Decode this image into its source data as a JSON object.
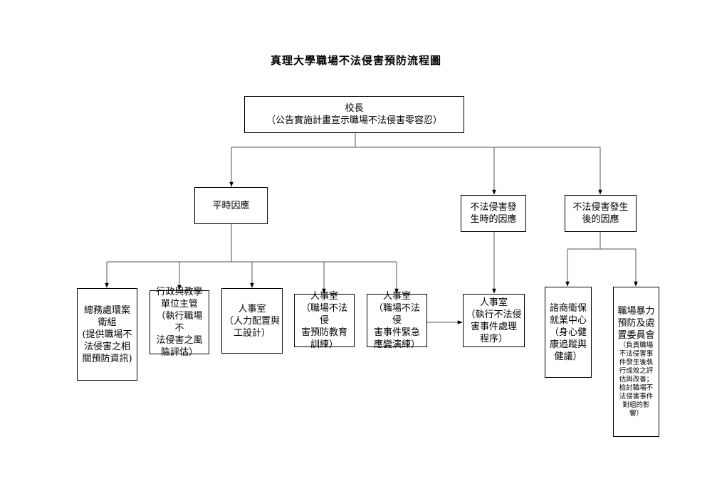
{
  "title": "真理大學職場不法侵害預防流程圖",
  "nodes": {
    "president": {
      "name": "校長",
      "desc": "（公告實施計畫宣示職場不法侵害零容忍）"
    },
    "routine": {
      "name": "平時因應"
    },
    "during": {
      "name": "不法侵害發\n生時的因應"
    },
    "after": {
      "name": "不法侵害發生\n後的因應"
    },
    "general_affairs": {
      "name": "總務處環案\n衛組",
      "desc": "(提供職場不\n法侵害之相\n關預防資訊)"
    },
    "admin_units": {
      "name": "行政與教學\n單位主管",
      "desc": "（執行職場不\n法侵害之風\n險評估）"
    },
    "hr_design": {
      "name": "人事室",
      "desc": "（人力配置與\n工設計）"
    },
    "hr_training": {
      "name": "人事室",
      "desc": "（職場不法侵\n害預防教育\n訓練）"
    },
    "hr_drill": {
      "name": "人事室",
      "desc": "（職場不法侵\n害事件緊急\n應變演練）"
    },
    "hr_handle": {
      "name": "人事室",
      "desc": "（執行不法侵\n害事件處理\n程序）"
    },
    "counseling": {
      "name": "諮商衛保\n就業中心",
      "desc": "（身心健\n康追蹤與\n健議）"
    },
    "committee": {
      "name": "職場暴力\n預防及處\n置委員會",
      "desc": "（負責職場\n不法侵害事\n件發生後執\n行成效之評\n估與改善；\n檢討職場不\n法侵害事件\n對組的影\n響）"
    }
  }
}
